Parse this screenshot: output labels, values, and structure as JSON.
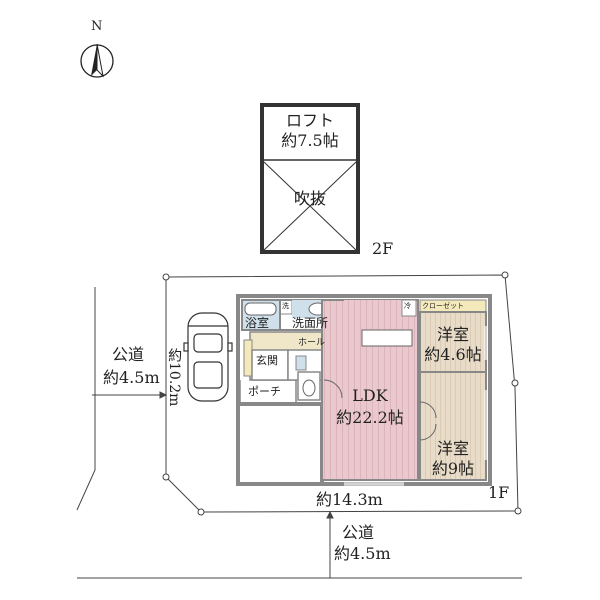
{
  "compass": {
    "label": "N"
  },
  "floor2": {
    "label": "2F",
    "loft_name": "ロフト",
    "loft_size": "約7.5帖",
    "void": "吹抜"
  },
  "floor1": {
    "label": "1F",
    "rooms": {
      "bath": "浴室",
      "laundry_mark": "洗",
      "washroom": "洗面所",
      "fridge_mark": "冷",
      "closet": "クローゼット",
      "hall": "ホール",
      "entrance": "玄関",
      "porch": "ポーチ",
      "ldk_name": "LDK",
      "ldk_size": "約22.2帖",
      "western1_name": "洋室",
      "western1_size": "約4.6帖",
      "western2_name": "洋室",
      "western2_size": "約9帖"
    }
  },
  "site": {
    "depth": "約10.2m",
    "width": "約14.3m",
    "road_west_name": "公道",
    "road_west_width": "約4.5m",
    "road_south_name": "公道",
    "road_south_width": "約4.5m"
  },
  "colors": {
    "ldk_floor": "#eac9ce",
    "western_floor": "#e8dcc9",
    "wet_area": "#cfe0ea",
    "hall_floor": "#f0e7c8",
    "closet": "#f3e9bb",
    "wall": "#888888"
  }
}
